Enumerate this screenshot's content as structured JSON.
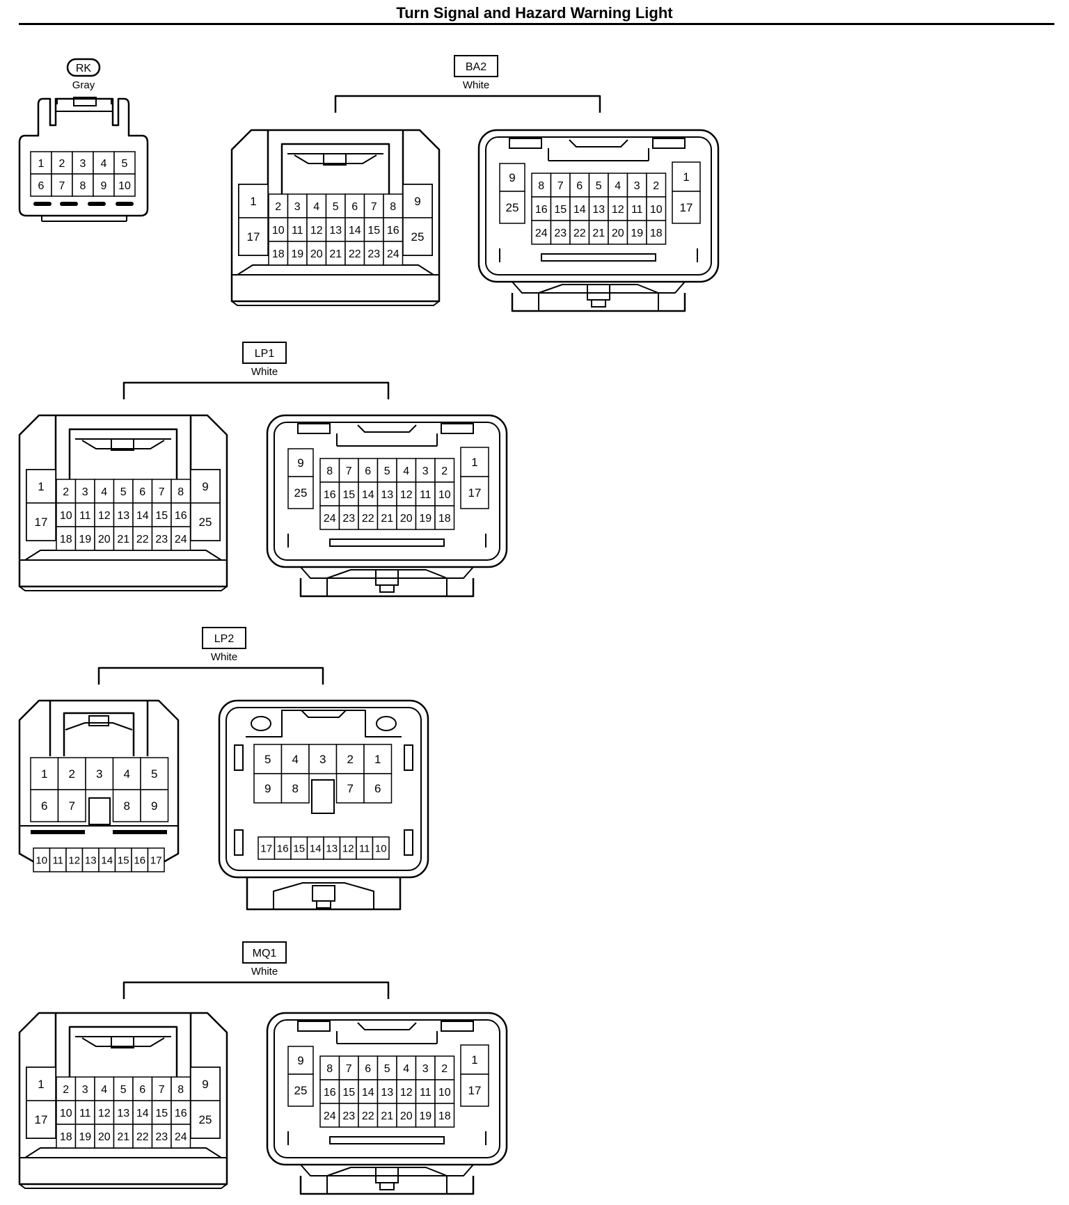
{
  "title": "Turn Signal and Hazard Warning Light",
  "connectors": [
    {
      "code": "RK",
      "color": "Gray",
      "style": "rounded",
      "pins": [
        "1",
        "2",
        "3",
        "4",
        "5",
        "6",
        "7",
        "8",
        "9",
        "10"
      ]
    },
    {
      "code": "BA2",
      "color": "White",
      "style": "box",
      "pins": [
        "1",
        "2",
        "3",
        "4",
        "5",
        "6",
        "7",
        "8",
        "9",
        "10",
        "11",
        "12",
        "13",
        "14",
        "15",
        "16",
        "17",
        "18",
        "19",
        "20",
        "21",
        "22",
        "23",
        "24",
        "25"
      ]
    },
    {
      "code": "LP1",
      "color": "White",
      "style": "box",
      "pins": [
        "1",
        "2",
        "3",
        "4",
        "5",
        "6",
        "7",
        "8",
        "9",
        "10",
        "11",
        "12",
        "13",
        "14",
        "15",
        "16",
        "17",
        "18",
        "19",
        "20",
        "21",
        "22",
        "23",
        "24",
        "25"
      ]
    },
    {
      "code": "LP2",
      "color": "White",
      "style": "box",
      "pins": [
        "1",
        "2",
        "3",
        "4",
        "5",
        "6",
        "7",
        "8",
        "9",
        "10",
        "11",
        "12",
        "13",
        "14",
        "15",
        "16",
        "17"
      ]
    },
    {
      "code": "MQ1",
      "color": "White",
      "style": "box",
      "pins": [
        "1",
        "2",
        "3",
        "4",
        "5",
        "6",
        "7",
        "8",
        "9",
        "10",
        "11",
        "12",
        "13",
        "14",
        "15",
        "16",
        "17",
        "18",
        "19",
        "20",
        "21",
        "22",
        "23",
        "24",
        "25"
      ]
    }
  ]
}
